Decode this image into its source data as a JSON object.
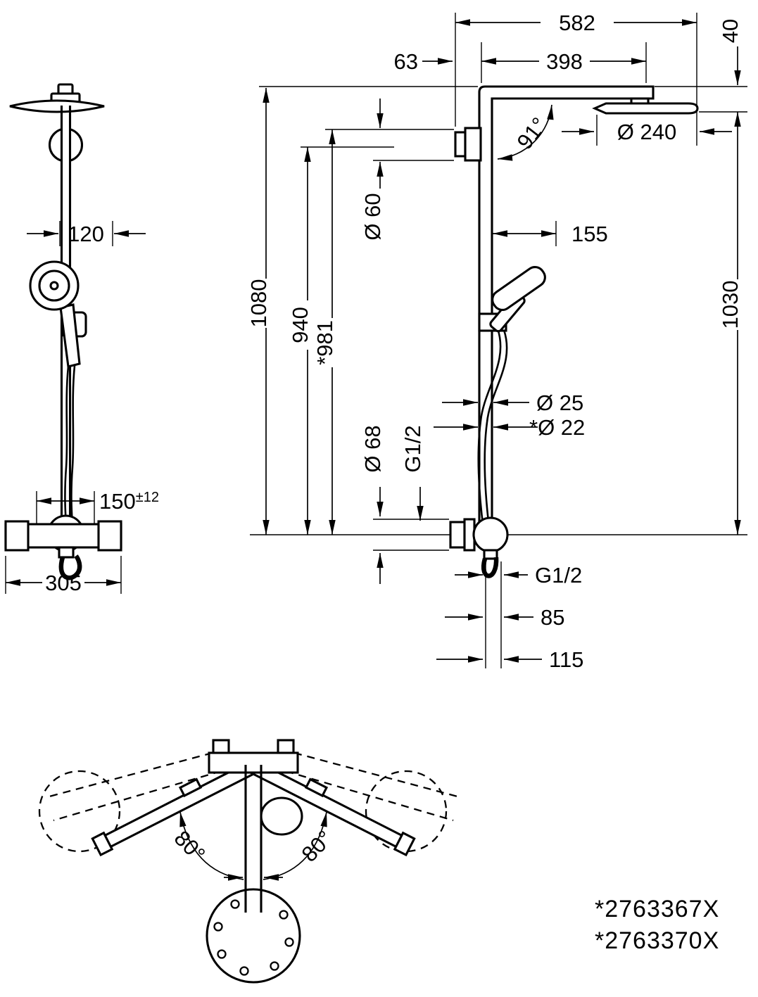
{
  "front_view": {
    "handshower_width": "120",
    "connection_spacing": "150",
    "connection_tolerance": "±12",
    "body_width": "305"
  },
  "side_view": {
    "total_width": "582",
    "wall_to_pipe": "63",
    "arm_length": "398",
    "head_thickness": "40",
    "head_diameter": "Ø 240",
    "arm_angle": "91°",
    "escutcheon_diameter": "Ø 60",
    "holder_reach": "155",
    "total_height": "1080",
    "pipe_height": "940",
    "pipe_height_alt": "*981",
    "head_height": "1030",
    "pipe_diameter": "Ø 25",
    "pipe_diameter_alt": "*Ø 22",
    "thermostat_diameter": "Ø 68",
    "supply_thread": "G1/2",
    "outlet_thread": "G1/2",
    "outlet_offset": "85",
    "hose_offset": "115"
  },
  "top_view": {
    "swivel_left": "80°",
    "swivel_right": "80°"
  },
  "product_codes": [
    "*2763367X",
    "*2763370X"
  ]
}
